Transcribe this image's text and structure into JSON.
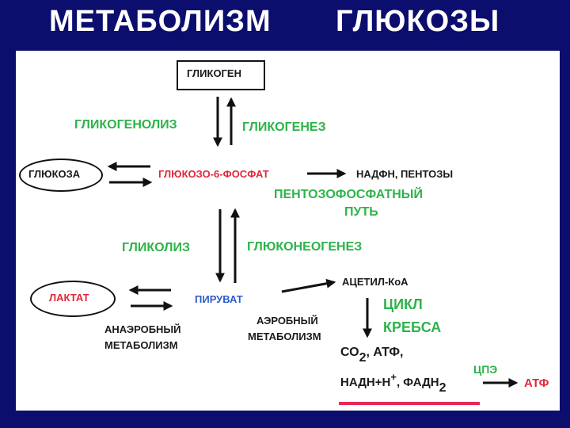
{
  "title": {
    "part1": "МЕТАБОЛИЗМ",
    "part2": "ГЛЮКОЗЫ"
  },
  "nodes": {
    "glycogen": "ГЛИКОГЕН",
    "glucose": "ГЛЮКОЗА",
    "g6p": "ГЛЮКОЗО-6-ФОСФАТ",
    "nadph": "НАДФН, ПЕНТОЗЫ",
    "lactate": "ЛАКТАТ",
    "pyruvate": "ПИРУВАТ",
    "acetyl": "АЦЕТИЛ-КоА",
    "atp_final": "АТФ"
  },
  "processes": {
    "glycogenolysis": "ГЛИКОГЕНОЛИЗ",
    "glycogenesis": "ГЛИКОГЕНЕЗ",
    "pentose_line1": "ПЕНТОЗОФОСФАТНЫЙ",
    "pentose_line2": "ПУТЬ",
    "glycolysis": "ГЛИКОЛИЗ",
    "gluconeogenesis": "ГЛЮКОНЕОГЕНЕЗ",
    "anaerobic_line1": "АНАЭРОБНЫЙ",
    "anaerobic_line2": "МЕТАБОЛИЗМ",
    "aerobic_line1": "АЭРОБНЫЙ",
    "aerobic_line2": "МЕТАБОЛИЗМ",
    "krebs_line1": "ЦИКЛ",
    "krebs_line2": "КРЕБСА",
    "etc": "ЦПЭ"
  },
  "products": {
    "co2": "СО",
    "co2_sub": "2",
    "co2_rest": ", АТФ,",
    "nadh": "НАДН+Н",
    "nadh_sup": "+",
    "fadh": ", ФАДН",
    "fadh_sub": "2"
  },
  "colors": {
    "background": "#0c0e6e",
    "green": "#2db34a",
    "red": "#e0283a",
    "blue": "#2e5cc8",
    "underline": "#e8285a"
  }
}
